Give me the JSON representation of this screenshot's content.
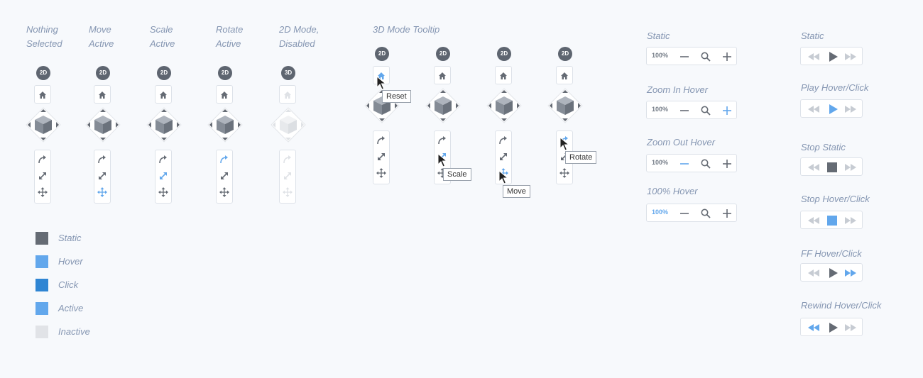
{
  "colors": {
    "static": "#656b74",
    "hover": "#62a7ec",
    "click": "#2f85d3",
    "active": "#62a7ec",
    "inactive": "#e1e3e7"
  },
  "columns": [
    {
      "label": "Nothing Selected",
      "mode": "2D",
      "active": "none",
      "disabled": false
    },
    {
      "label": "Move Active",
      "mode": "2D",
      "active": "move",
      "disabled": false
    },
    {
      "label": "Scale Active",
      "mode": "2D",
      "active": "scale",
      "disabled": false
    },
    {
      "label": "Rotate Active",
      "mode": "2D",
      "active": "rotate",
      "disabled": false
    },
    {
      "label": "2D Mode, Disabled",
      "mode": "3D",
      "active": "none",
      "disabled": true
    }
  ],
  "tooltip_section": {
    "label": "3D Mode Tooltip",
    "items": [
      {
        "mode": "2D",
        "hover": "reset",
        "tooltip": "Reset"
      },
      {
        "mode": "2D",
        "hover": "scale",
        "tooltip": "Scale"
      },
      {
        "mode": "2D",
        "hover": "move",
        "tooltip": "Move"
      },
      {
        "mode": "2D",
        "hover": "rotate",
        "tooltip": "Rotate"
      }
    ]
  },
  "legend": [
    {
      "label": "Static",
      "color": "#656b74"
    },
    {
      "label": "Hover",
      "color": "#62a7ec"
    },
    {
      "label": "Click",
      "color": "#2f85d3"
    },
    {
      "label": "Active",
      "color": "#62a7ec"
    },
    {
      "label": "Inactive",
      "color": "#e1e3e7"
    }
  ],
  "zoom_states": [
    {
      "label": "Static",
      "percent": "100%",
      "highlight": "none"
    },
    {
      "label": "Zoom In Hover",
      "percent": "100%",
      "highlight": "plus"
    },
    {
      "label": "Zoom Out Hover",
      "percent": "100%",
      "highlight": "minus"
    },
    {
      "label": "100% Hover",
      "percent": "100%",
      "highlight": "percent"
    }
  ],
  "media_states": [
    {
      "label": "Static",
      "center": "play",
      "highlight": "none"
    },
    {
      "label": "Play Hover/Click",
      "center": "play",
      "highlight": "center"
    },
    {
      "label": "Stop Static",
      "center": "stop",
      "highlight": "none"
    },
    {
      "label": "Stop Hover/Click",
      "center": "stop",
      "highlight": "center"
    },
    {
      "label": "FF Hover/Click",
      "center": "play",
      "highlight": "ff"
    },
    {
      "label": "Rewind Hover/Click",
      "center": "play",
      "highlight": "rewind"
    }
  ]
}
